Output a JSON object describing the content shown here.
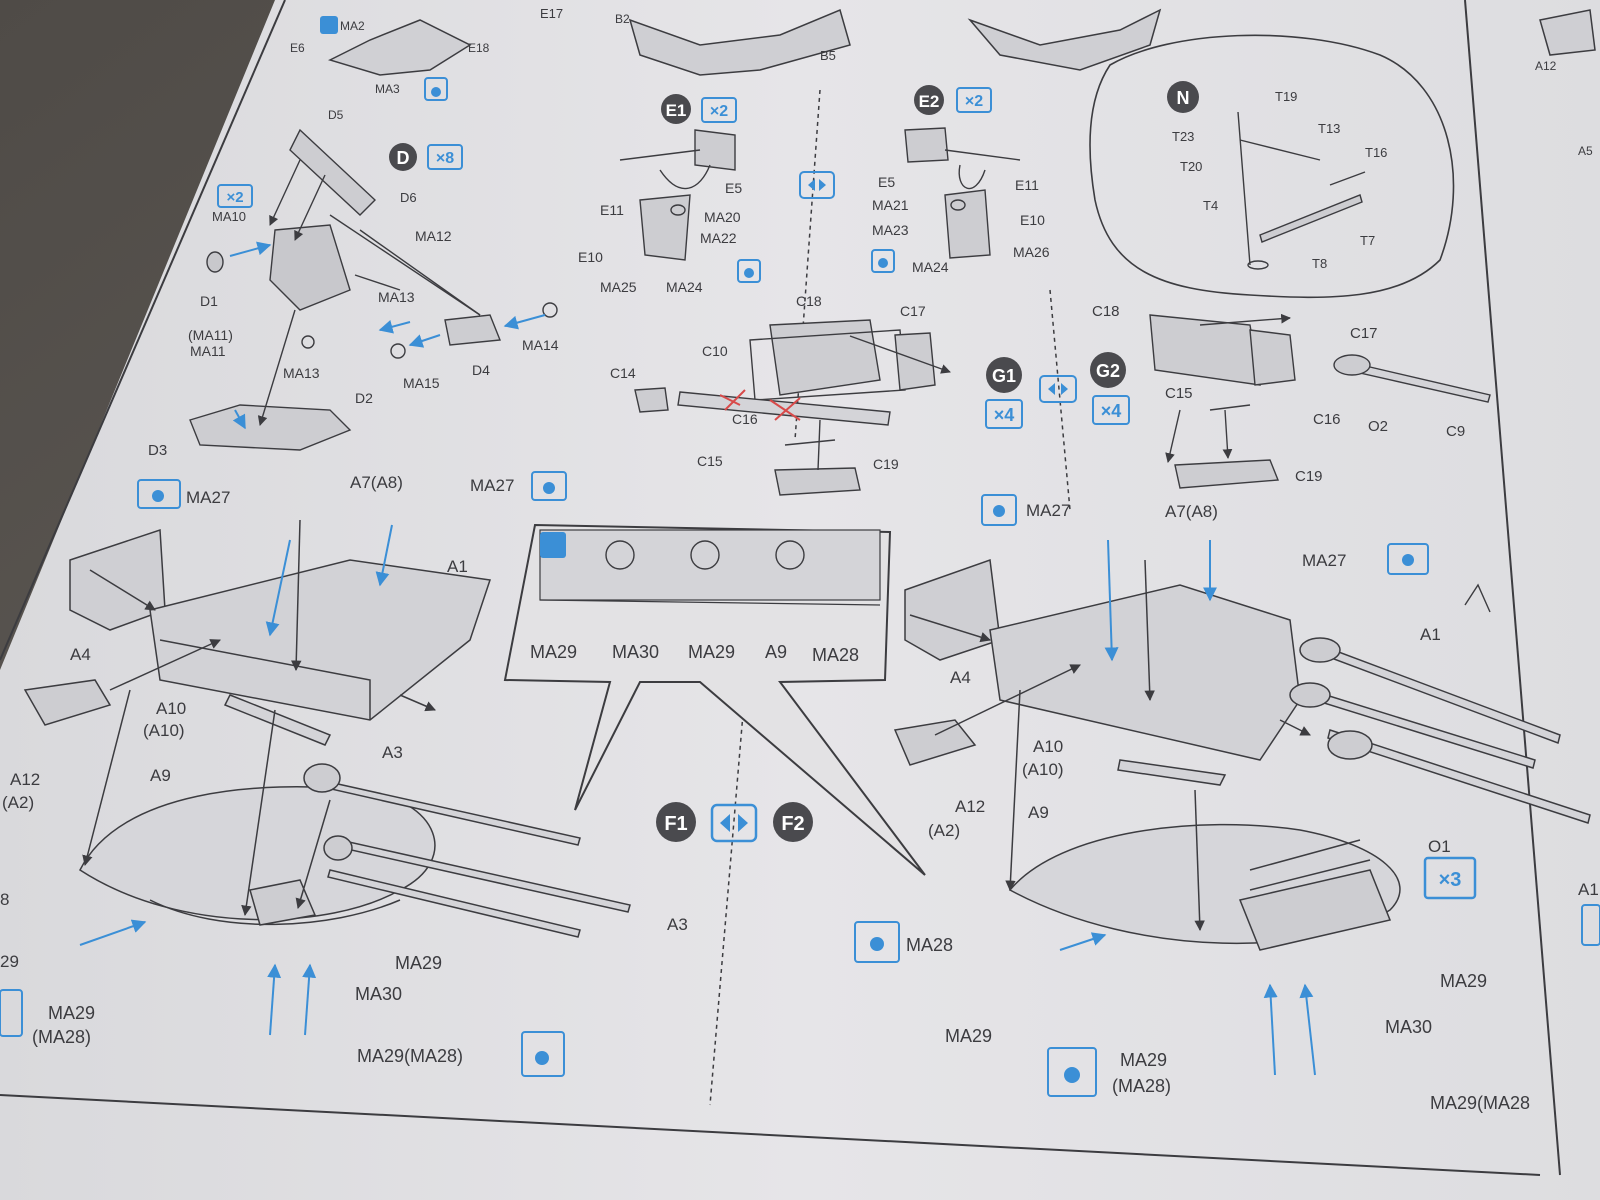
{
  "colors": {
    "paper": "#e3e2e4",
    "ink": "#3c3c40",
    "blue": "#3b8fd6",
    "badge_dark": "#4a4a4e",
    "table": "#5e5a55",
    "pen_red": "#d84a4a"
  },
  "steps": {
    "D": {
      "letter": "D",
      "count": "×8"
    },
    "E1": {
      "letter": "E1",
      "count": "×2"
    },
    "E2": {
      "letter": "E2",
      "count": "×2"
    },
    "N": {
      "letter": "N"
    },
    "G1": {
      "letter": "G1",
      "count": "×4"
    },
    "G2": {
      "letter": "G2",
      "count": "×4"
    },
    "F1": {
      "letter": "F1"
    },
    "F2": {
      "letter": "F2"
    },
    "x2_left": "×2",
    "x3_right": "×3"
  },
  "labels": {
    "top": {
      "e17": "E17",
      "ma2": "MA2",
      "e6": "E6",
      "e18": "E18",
      "ma3": "MA3",
      "b2": "B2",
      "b5": "B5",
      "a12": "A12",
      "a5": "A5"
    },
    "d": {
      "d5": "D5",
      "d6": "D6",
      "ma10": "MA10",
      "ma12": "MA12",
      "d1": "D1",
      "ma13a": "MA13",
      "ma11a": "(MA11)",
      "ma11b": "MA11",
      "ma14": "MA14",
      "d4": "D4",
      "ma13b": "MA13",
      "ma15": "MA15",
      "d2": "D2",
      "d3": "D3"
    },
    "e1": {
      "e5": "E5",
      "e11": "E11",
      "ma20": "MA20",
      "ma22": "MA22",
      "e10": "E10",
      "ma25": "MA25",
      "ma24": "MA24"
    },
    "e2": {
      "e5": "E5",
      "e11": "E11",
      "ma21": "MA21",
      "ma23": "MA23",
      "e10": "E10",
      "ma24": "MA24",
      "ma26": "MA26"
    },
    "n": {
      "t19": "T19",
      "t23": "T23",
      "t13": "T13",
      "t20": "T20",
      "t16": "T16",
      "t4": "T4",
      "t7": "T7",
      "t8": "T8"
    },
    "gl": {
      "c18": "C18",
      "c17": "C17",
      "c10": "C10",
      "c14": "C14",
      "c16": "C16",
      "c15": "C15",
      "c19": "C19"
    },
    "gr": {
      "c18": "C18",
      "c17": "C17",
      "c15": "C15",
      "c16": "C16",
      "o2": "O2",
      "c9": "C9",
      "c19": "C19"
    },
    "fl": {
      "ma27a": "MA27",
      "a7": "A7(A8)",
      "ma27b": "MA27",
      "a1": "A1",
      "a4": "A4",
      "a10a": "A10",
      "a10b": "(A10)",
      "a12a": "A12",
      "a12b": "(A2)",
      "a9": "A9",
      "a3a": "A3",
      "a3b": "A3",
      "m8": "8",
      "m29": "29",
      "ma29a": "MA29",
      "ma30": "MA30",
      "ma29b": "MA29",
      "ma28b": "(MA28)",
      "ma29c": "MA29(MA28)"
    },
    "inset": {
      "ma29a": "MA29",
      "ma30": "MA30",
      "ma29b": "MA29",
      "a9": "A9",
      "ma28": "MA28"
    },
    "fr": {
      "ma27a": "MA27",
      "a7": "A7(A8)",
      "ma27b": "MA27",
      "a1": "A1",
      "a4": "A4",
      "a10a": "A10",
      "a10b": "(A10)",
      "a12a": "A12",
      "a12b": "(A2)",
      "a9": "A9",
      "o1": "O1",
      "ma28": "MA28",
      "ma29a": "MA29",
      "ma29b": "MA29",
      "ma30": "MA30",
      "ma29c": "MA29",
      "ma28b": "(MA28)",
      "ma29d": "MA29(MA28",
      "a1edge": "A1"
    }
  }
}
